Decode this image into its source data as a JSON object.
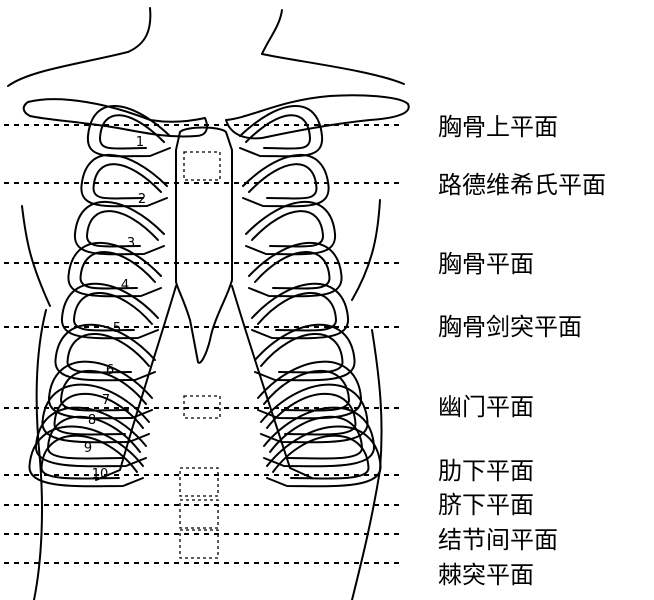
{
  "planes": [
    {
      "label": "胸骨上平面"
    },
    {
      "label": "路德维希氏平面"
    },
    {
      "label": "胸骨平面"
    },
    {
      "label": "胸骨剑突平面"
    },
    {
      "label": "幽门平面"
    },
    {
      "label": "肋下平面"
    },
    {
      "label": "脐下平面"
    },
    {
      "label": "结节间平面"
    },
    {
      "label": "棘突平面"
    }
  ],
  "ribs": [
    "1",
    "2",
    "3",
    "4",
    "5",
    "6",
    "7",
    "8",
    "9",
    "10"
  ]
}
